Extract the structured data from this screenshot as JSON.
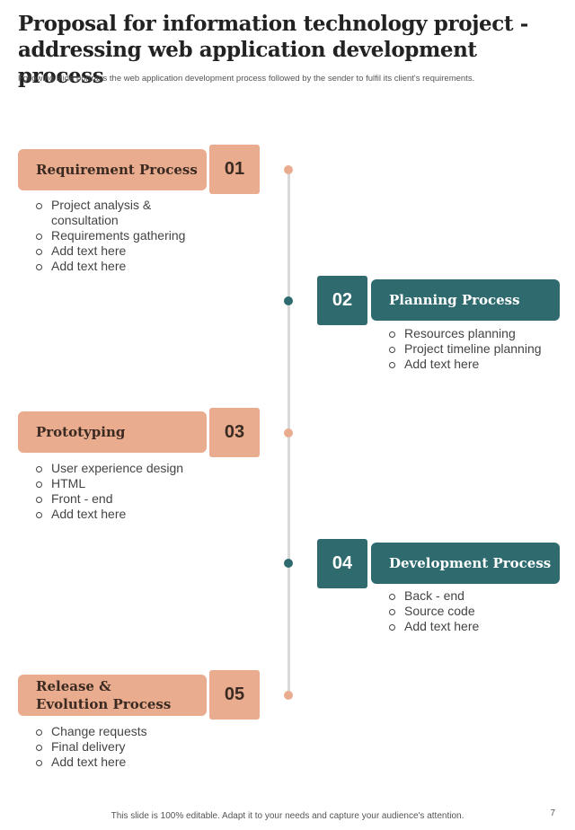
{
  "header": {
    "title": "Proposal for information technology project - addressing web application development process",
    "subtitle": "Following slide portrays the web application development process followed by the  sender to fulfil its client's requirements."
  },
  "steps": [
    {
      "number": "01",
      "title": "Requirement Process",
      "side": "left",
      "color": "#e9ac8e",
      "items": [
        "Project analysis &",
        "consultation",
        "Requirements gathering",
        "Add text here",
        "Add text here"
      ]
    },
    {
      "number": "02",
      "title": "Planning Process",
      "side": "right",
      "color": "#2e6a6e",
      "items": [
        "Resources planning",
        "Project timeline planning",
        "Add text here"
      ]
    },
    {
      "number": "03",
      "title": "Prototyping",
      "side": "left",
      "color": "#e9ac8e",
      "items": [
        "User experience design",
        "HTML",
        "Front - end",
        "Add text here"
      ]
    },
    {
      "number": "04",
      "title": "Development Process",
      "side": "right",
      "color": "#2e6a6e",
      "items": [
        "Back - end",
        "Source code",
        "Add text here"
      ]
    },
    {
      "number": "05",
      "title_line1": "Release &",
      "title_line2": "Evolution Process",
      "side": "left",
      "color": "#e9ac8e",
      "items": [
        "Change requests",
        "Final delivery",
        "Add text here"
      ]
    }
  ],
  "footer": {
    "note": "This slide is 100% editable. Adapt it to your needs and capture your audience's attention.",
    "page": "7"
  }
}
